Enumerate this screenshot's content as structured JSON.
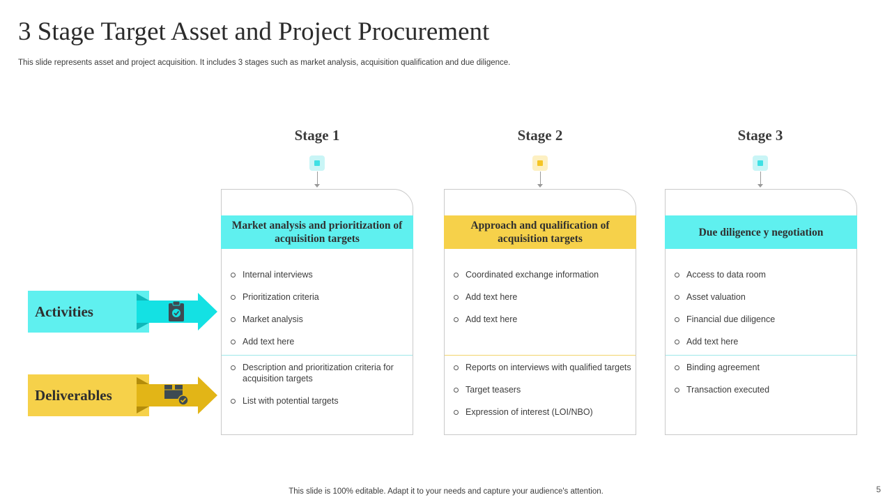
{
  "title": "3 Stage Target Asset and Project Procurement",
  "subtitle": "This slide represents asset and project acquisition. It includes 3 stages  such as market analysis, acquisition qualification and due diligence.",
  "rows": {
    "activities": "Activities",
    "deliverables": "Deliverables"
  },
  "icons": {
    "activities": "clipboard-check-icon",
    "deliverables": "package-check-icon"
  },
  "colors": {
    "cyan": "#5ff0ef",
    "yellow": "#f6d14a",
    "gold": "#e2b517"
  },
  "stages": [
    {
      "label": "Stage 1",
      "heading": "Market analysis and prioritization of acquisition targets",
      "activities": [
        "Internal interviews",
        "Prioritization criteria",
        "Market analysis",
        "Add text here"
      ],
      "deliverables": [
        "Description and prioritization criteria for acquisition targets",
        "List with potential targets"
      ]
    },
    {
      "label": "Stage 2",
      "heading": "Approach and qualification of acquisition targets",
      "activities": [
        "Coordinated  exchange information",
        "Add text here",
        "Add text here"
      ],
      "deliverables": [
        "Reports on interviews  with qualified targets",
        "Target  teasers",
        "Expression of interest (LOI/NBO)"
      ]
    },
    {
      "label": "Stage 3",
      "heading": "Due diligence y negotiation",
      "activities": [
        "Access to data room",
        "Asset valuation",
        "Financial due diligence",
        "Add text here"
      ],
      "deliverables": [
        "Binding agreement",
        "Transaction  executed"
      ]
    }
  ],
  "footer": "This slide is 100% editable. Adapt it to your needs and capture your audience's attention.",
  "page_number": "5"
}
